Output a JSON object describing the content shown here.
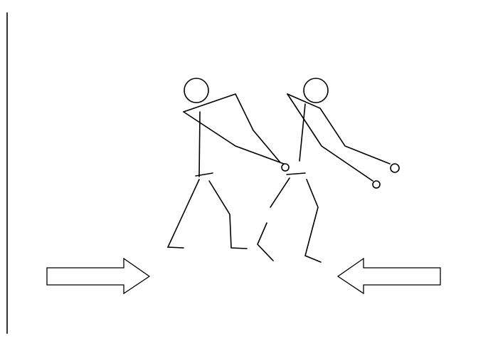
{
  "figure": {
    "description_free": true,
    "figures": [
      {
        "id": "stick-figure-left"
      },
      {
        "id": "stick-figure-right"
      }
    ],
    "arrows": [
      {
        "id": "arrow-left",
        "direction": "right"
      },
      {
        "id": "arrow-right",
        "direction": "left"
      }
    ],
    "colors": {
      "stroke": "#000000",
      "background": "#ffffff"
    }
  }
}
